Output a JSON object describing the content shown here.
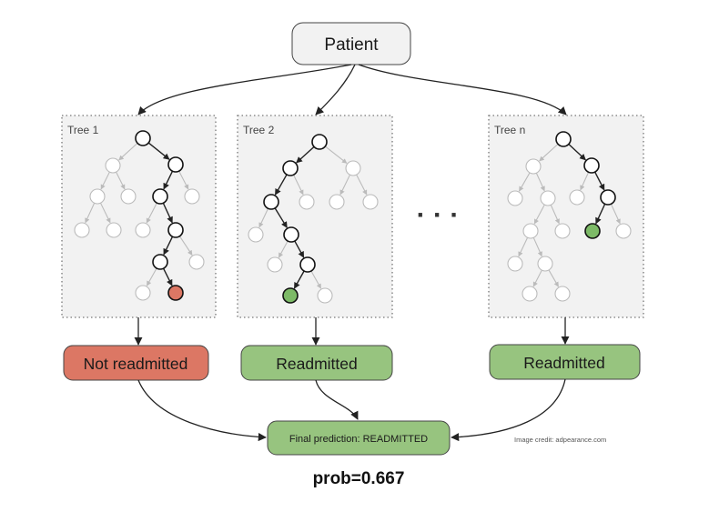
{
  "root": {
    "label": "Patient"
  },
  "trees": [
    {
      "label": "Tree 1",
      "outcome": "Not readmitted",
      "outcome_color": "#dc7764",
      "leaf_color": "#dc7764"
    },
    {
      "label": "Tree 2",
      "outcome": "Readmitted",
      "outcome_color": "#97c47f",
      "leaf_color": "#7dba67"
    },
    {
      "label": "Tree n",
      "outcome": "Readmitted",
      "outcome_color": "#97c47f",
      "leaf_color": "#7dba67"
    }
  ],
  "ellipsis": "· · ·",
  "final": {
    "label": "Final prediction: READMITTED",
    "color": "#97c47f"
  },
  "credit": "Image credit: adpearance.com",
  "prob": "prob=0.667",
  "colors": {
    "active_edge": "#222222",
    "inactive": "#bbbbbb",
    "box_fill": "#f2f2f2"
  }
}
